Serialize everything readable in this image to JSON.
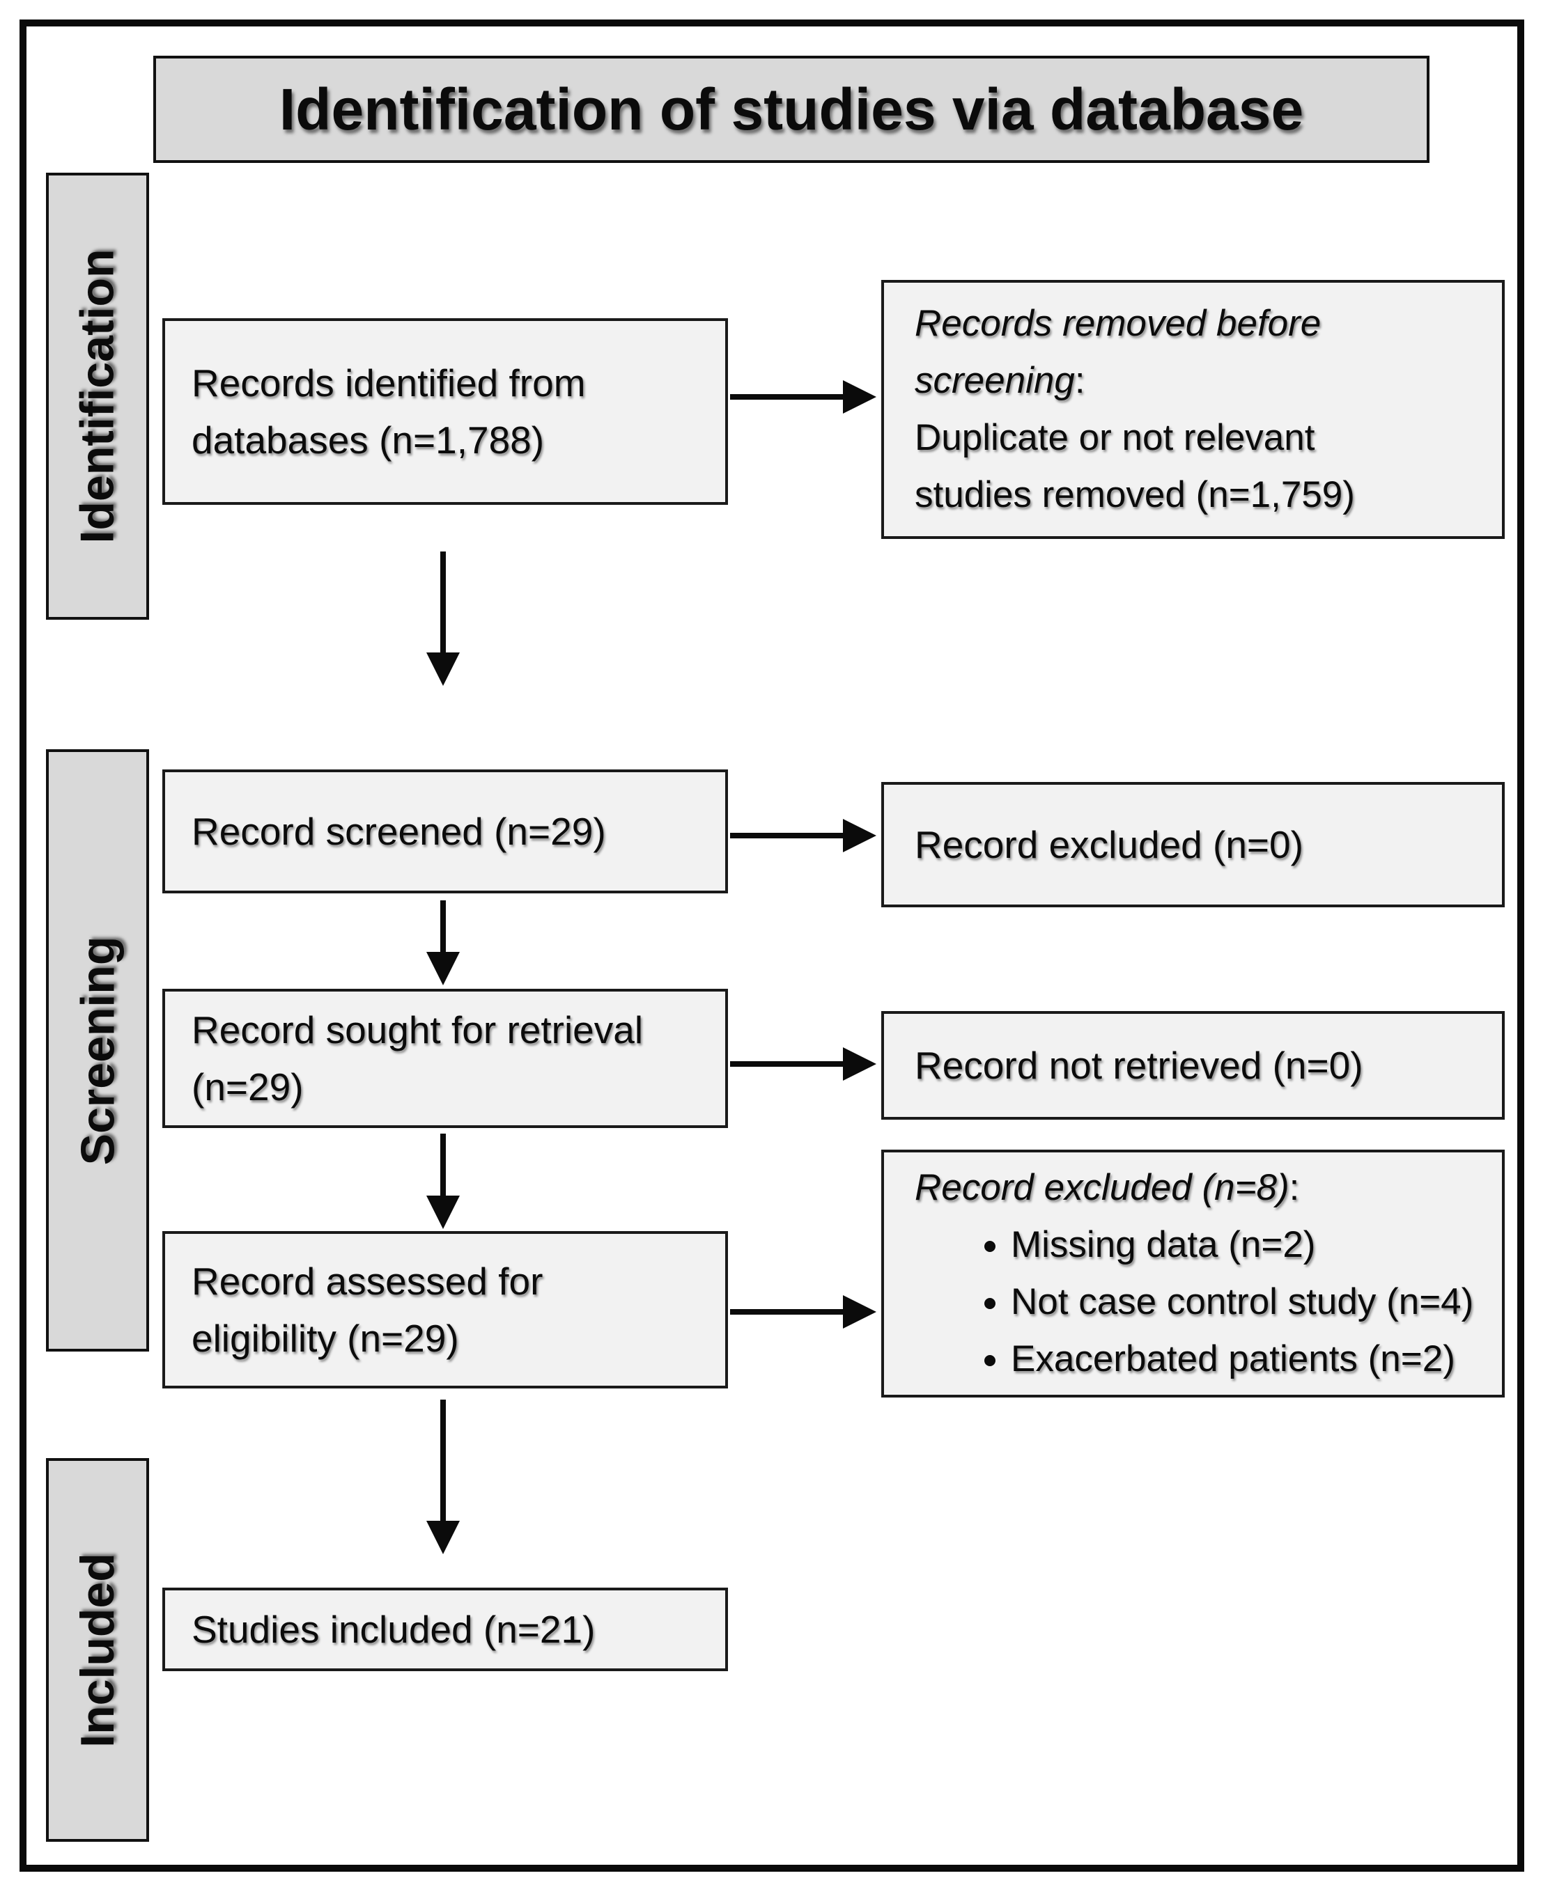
{
  "title": "Identification of studies via database",
  "sidebar": {
    "identification": "Identification",
    "screening": "Screening",
    "included": "Included"
  },
  "flow": {
    "records_identified": {
      "lines": [
        "Records identified from",
        "databases (n=1,788)"
      ]
    },
    "records_removed": {
      "heading_italic_lines": [
        "Records removed before",
        "screening"
      ],
      "heading_colon": ":",
      "body_lines": [
        "Duplicate or not relevant",
        "studies removed (n=1,759)"
      ]
    },
    "record_screened": {
      "text": "Record screened (n=29)"
    },
    "record_excluded_0": {
      "text": "Record excluded (n=0)"
    },
    "record_sought": {
      "lines": [
        "Record sought for retrieval",
        "(n=29)"
      ]
    },
    "record_not_retrieved": {
      "text": "Record not retrieved  (n=0)"
    },
    "record_assessed": {
      "lines": [
        "Record assessed for",
        "eligibility (n=29)"
      ]
    },
    "record_excluded_8": {
      "heading_italic": "Record excluded (n=8)",
      "heading_colon": ":",
      "bullets": [
        "Missing data (n=2)",
        "Not case control study (n=4)",
        "Exacerbated patients (n=2)"
      ]
    },
    "studies_included": {
      "text": "Studies included (n=21)"
    }
  },
  "colors": {
    "header_fill": "#d9d9d9",
    "box_fill": "#f2f2f2",
    "border": "#0a0a0a",
    "arrow": "#0b0b0b"
  }
}
